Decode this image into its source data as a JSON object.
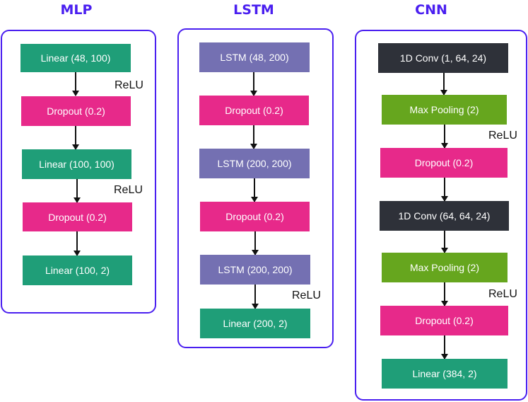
{
  "colors": {
    "title": "#4a1ff0",
    "border": "#4a1ff0",
    "linear": "#1f9e78",
    "dropout": "#e7298a",
    "lstm": "#7470b2",
    "conv": "#2e3139",
    "pool": "#66a61e"
  },
  "columns": {
    "mlp": {
      "title": "MLP",
      "layers": [
        "Linear (48, 100)",
        "Dropout (0.2)",
        "Linear (100, 100)",
        "Dropout (0.2)",
        "Linear (100, 2)"
      ],
      "activations": [
        "ReLU",
        "ReLU"
      ]
    },
    "lstm": {
      "title": "LSTM",
      "layers": [
        "LSTM (48, 200)",
        "Dropout (0.2)",
        "LSTM (200, 200)",
        "Dropout (0.2)",
        "LSTM (200, 200)",
        "Linear (200, 2)"
      ],
      "activations": [
        "ReLU"
      ]
    },
    "cnn": {
      "title": "CNN",
      "layers": [
        "1D Conv (1, 64, 24)",
        "Max Pooling (2)",
        "Dropout (0.2)",
        "1D Conv (64, 64, 24)",
        "Max Pooling (2)",
        "Dropout (0.2)",
        "Linear (384, 2)"
      ],
      "activations": [
        "ReLU",
        "ReLU"
      ]
    }
  }
}
